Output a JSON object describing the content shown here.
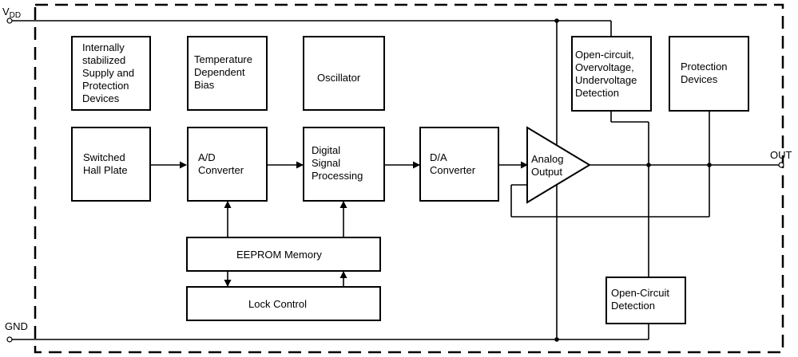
{
  "pins": {
    "vdd_main": "V",
    "vdd_sub": "DD",
    "gnd": "GND",
    "out": "OUT"
  },
  "blocks": {
    "supply": [
      "Internally",
      "stabilized",
      "Supply and",
      "Protection",
      "Devices"
    ],
    "temperature": [
      "Temperature",
      "Dependent",
      "Bias"
    ],
    "oscillator": [
      "Oscillator"
    ],
    "hall_plate": [
      "Switched",
      "Hall Plate"
    ],
    "ad_converter": [
      "A/D",
      "Converter"
    ],
    "dsp": [
      "Digital",
      "Signal",
      "Processing"
    ],
    "da_converter": [
      "D/A",
      "Converter"
    ],
    "analog_output": [
      "Analog",
      "Output"
    ],
    "open_circuit_ov_uv": [
      "Open-circuit,",
      "Overvoltage,",
      "Undervoltage",
      "Detection"
    ],
    "protection_devices": [
      "Protection",
      "Devices"
    ],
    "eeprom": [
      "EEPROM Memory"
    ],
    "lock_control": [
      "Lock Control"
    ],
    "open_circuit_detection": [
      "Open-Circuit",
      "Detection"
    ]
  }
}
